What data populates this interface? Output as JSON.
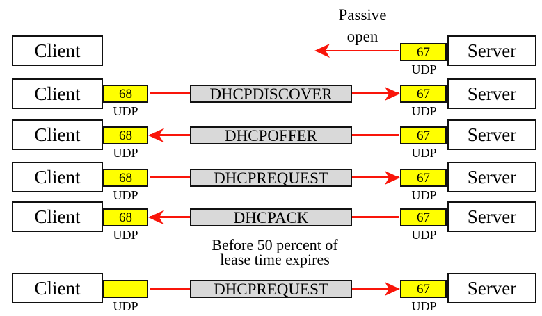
{
  "colors": {
    "arrow_red": "#f9150a",
    "port_yellow": "#ffff00",
    "message_gray": "#d9d9d9",
    "box_border": "#111111",
    "background": "#ffffff"
  },
  "notes": {
    "passive_open": {
      "line1": "Passive",
      "line2": "open"
    },
    "lease": {
      "line1": "Before 50 percent of",
      "line2": "lease time expires"
    }
  },
  "rows": [
    {
      "id": "passive-open",
      "client": {
        "label": "Client"
      },
      "arrow": "left",
      "server": {
        "label": "Server",
        "port": "67",
        "udp": "UDP"
      }
    },
    {
      "id": "dhcpdiscover",
      "client": {
        "label": "Client",
        "port": "68",
        "udp": "UDP"
      },
      "message": "DHCPDISCOVER",
      "arrow": "right",
      "server": {
        "label": "Server",
        "port": "67",
        "udp": "UDP"
      }
    },
    {
      "id": "dhcpoffer",
      "client": {
        "label": "Client",
        "port": "68",
        "udp": "UDP"
      },
      "message": "DHCPOFFER",
      "arrow": "left",
      "server": {
        "label": "Server",
        "port": "67",
        "udp": "UDP"
      }
    },
    {
      "id": "dhcprequest",
      "client": {
        "label": "Client",
        "port": "68",
        "udp": "UDP"
      },
      "message": "DHCPREQUEST",
      "arrow": "right",
      "server": {
        "label": "Server",
        "port": "67",
        "udp": "UDP"
      }
    },
    {
      "id": "dhcpack",
      "client": {
        "label": "Client",
        "port": "68",
        "udp": "UDP"
      },
      "message": "DHCPACK",
      "arrow": "left",
      "server": {
        "label": "Server",
        "port": "67",
        "udp": "UDP"
      }
    },
    {
      "id": "dhcprequest-renew",
      "client": {
        "label": "Client",
        "port": "",
        "udp": "UDP"
      },
      "message": "DHCPREQUEST",
      "arrow": "right",
      "server": {
        "label": "Server",
        "port": "67",
        "udp": "UDP"
      }
    }
  ]
}
